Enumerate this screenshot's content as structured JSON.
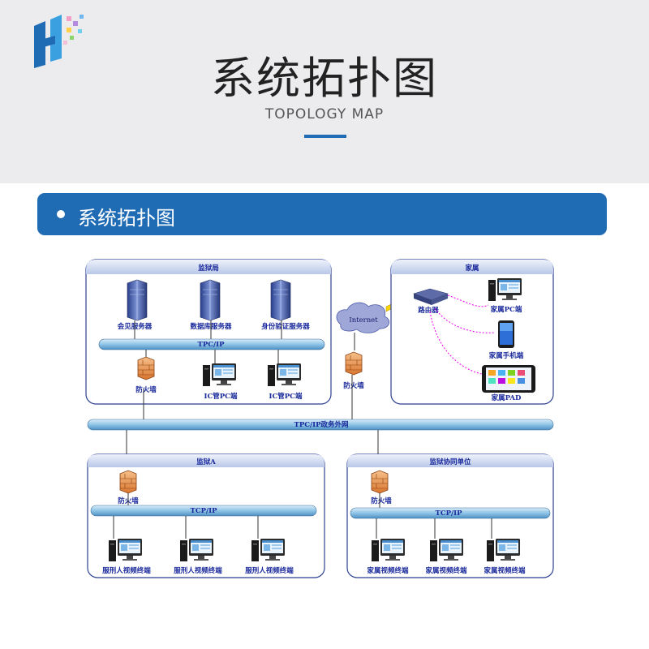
{
  "header": {
    "title": "系统拓扑图",
    "subtitle": "TOPOLOGY MAP",
    "accent_color": "#1f6cb5",
    "logo_icon": "brand-logo-icon"
  },
  "section": {
    "label": "系统拓扑图"
  },
  "diagram": {
    "prison_bureau": {
      "title": "监狱局",
      "servers": [
        "会见服务器",
        "数据库服务器",
        "身份验证服务器"
      ],
      "network": "TPC/IP",
      "firewall": "防火墙",
      "terminals": [
        "IC管PC端",
        "IC管PC端"
      ]
    },
    "internet": {
      "cloud": "Internet",
      "firewall": "防火墙"
    },
    "family": {
      "title": "家属",
      "router": "路由器",
      "devices": [
        "家属PC端",
        "家属手机端",
        "家属PAD"
      ]
    },
    "backbone": "TPC/IP政务外网",
    "prison_a": {
      "title": "监狱A",
      "firewall": "防火墙",
      "network": "TCP/IP",
      "terminals": [
        "服刑人视频终端",
        "服刑人视频终端",
        "服刑人视频终端"
      ]
    },
    "partner": {
      "title": "监狱协同单位",
      "firewall": "防火墙",
      "network": "TCP/IP",
      "terminals": [
        "家属视频终端",
        "家属视频终端",
        "家属视频终端"
      ]
    }
  }
}
